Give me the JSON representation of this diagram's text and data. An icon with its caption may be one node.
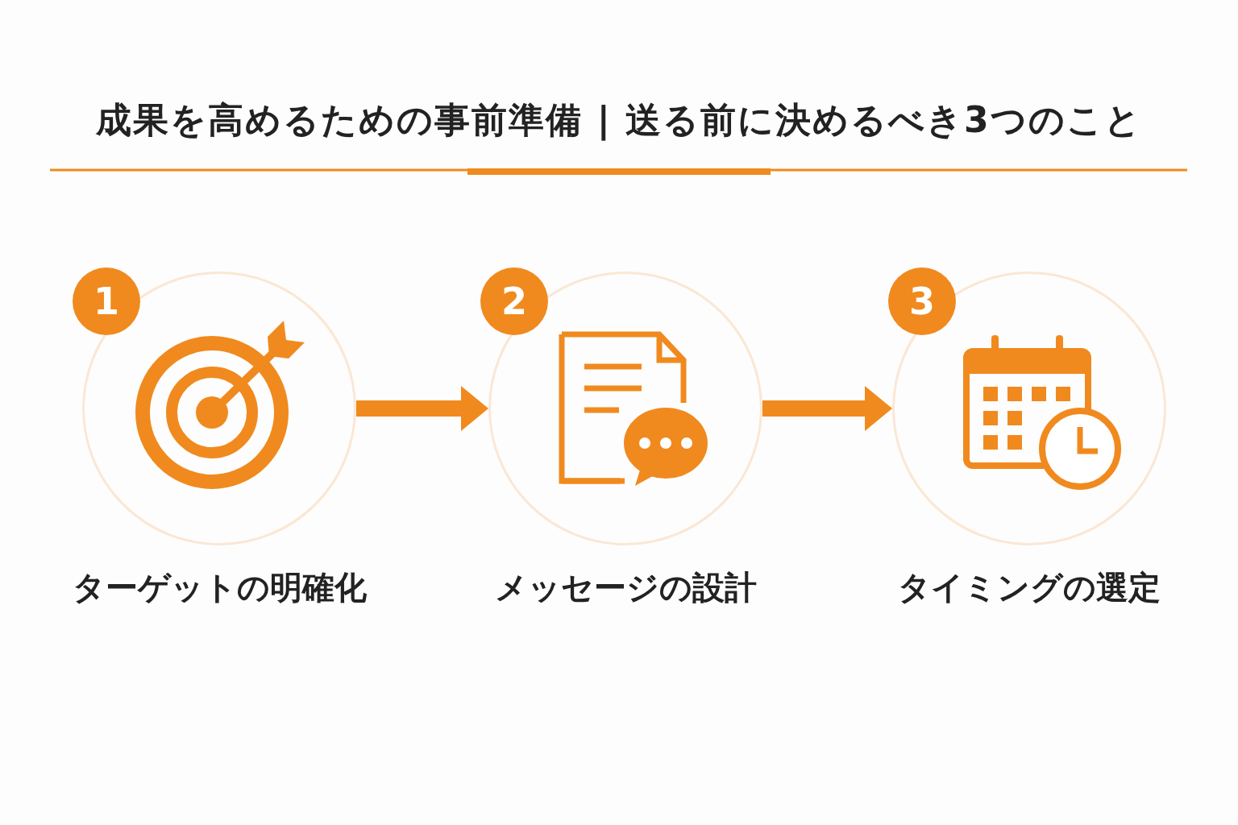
{
  "diagram": {
    "title": "成果を高めるための事前準備 | 送る前に決めるべき3つのこと",
    "nodes": [
      {
        "text": [
          "1"
        ]
      },
      {
        "text": [
          "ターゲットの明確化"
        ]
      },
      {
        "text": [
          "2"
        ]
      },
      {
        "text": [
          "メッセージの設計"
        ]
      },
      {
        "text": [
          "3"
        ]
      },
      {
        "text": [
          "タイミングの選定"
        ]
      }
    ],
    "edges": [
      {
        "from": 1,
        "to": 3,
        "arrow": "to"
      },
      {
        "from": 3,
        "to": 5,
        "arrow": "to"
      }
    ]
  }
}
